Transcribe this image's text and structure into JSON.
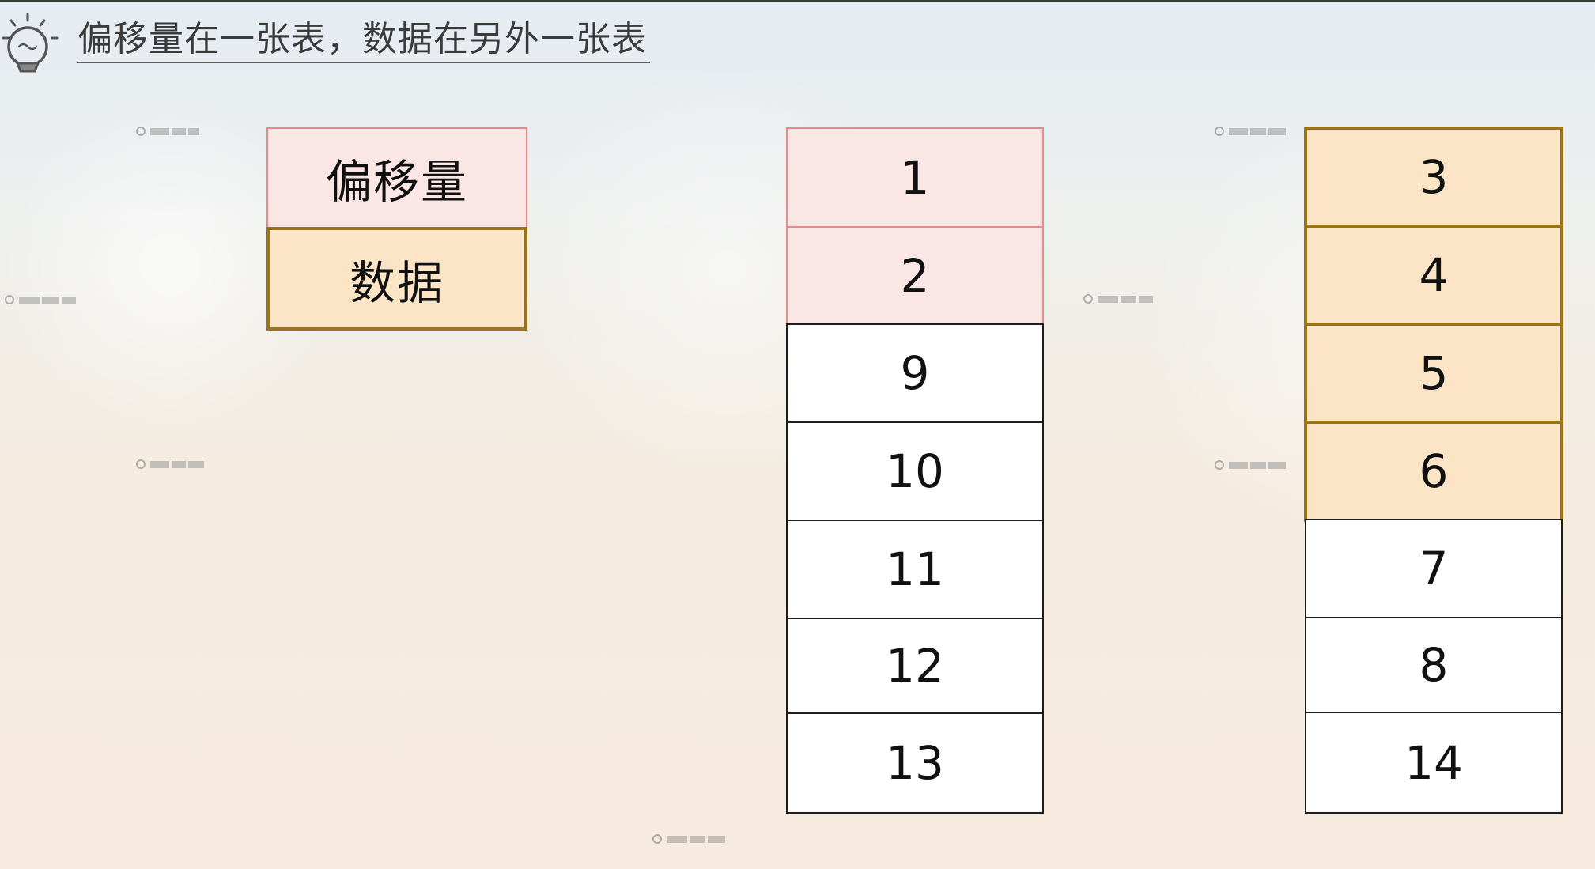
{
  "title": "偏移量在一张表，数据在另外一张表",
  "legend": [
    {
      "label": "偏移量",
      "color": "#fbe6e6"
    },
    {
      "label": "数据",
      "color": "#fbe5c6"
    }
  ],
  "offset_table": {
    "offset_cells": [
      "1",
      "2"
    ],
    "other_cells": [
      "9",
      "10",
      "11",
      "12",
      "13"
    ]
  },
  "data_table": {
    "data_cells": [
      "3",
      "4",
      "5",
      "6"
    ],
    "other_cells": [
      "7",
      "8",
      "14"
    ]
  },
  "colors": {
    "offset_fill": "#fbe6e6",
    "offset_border": "#e88a8a",
    "data_fill": "#fbe5c6",
    "data_border": "#9a7418"
  },
  "icons": [
    "lightbulb-icon"
  ]
}
